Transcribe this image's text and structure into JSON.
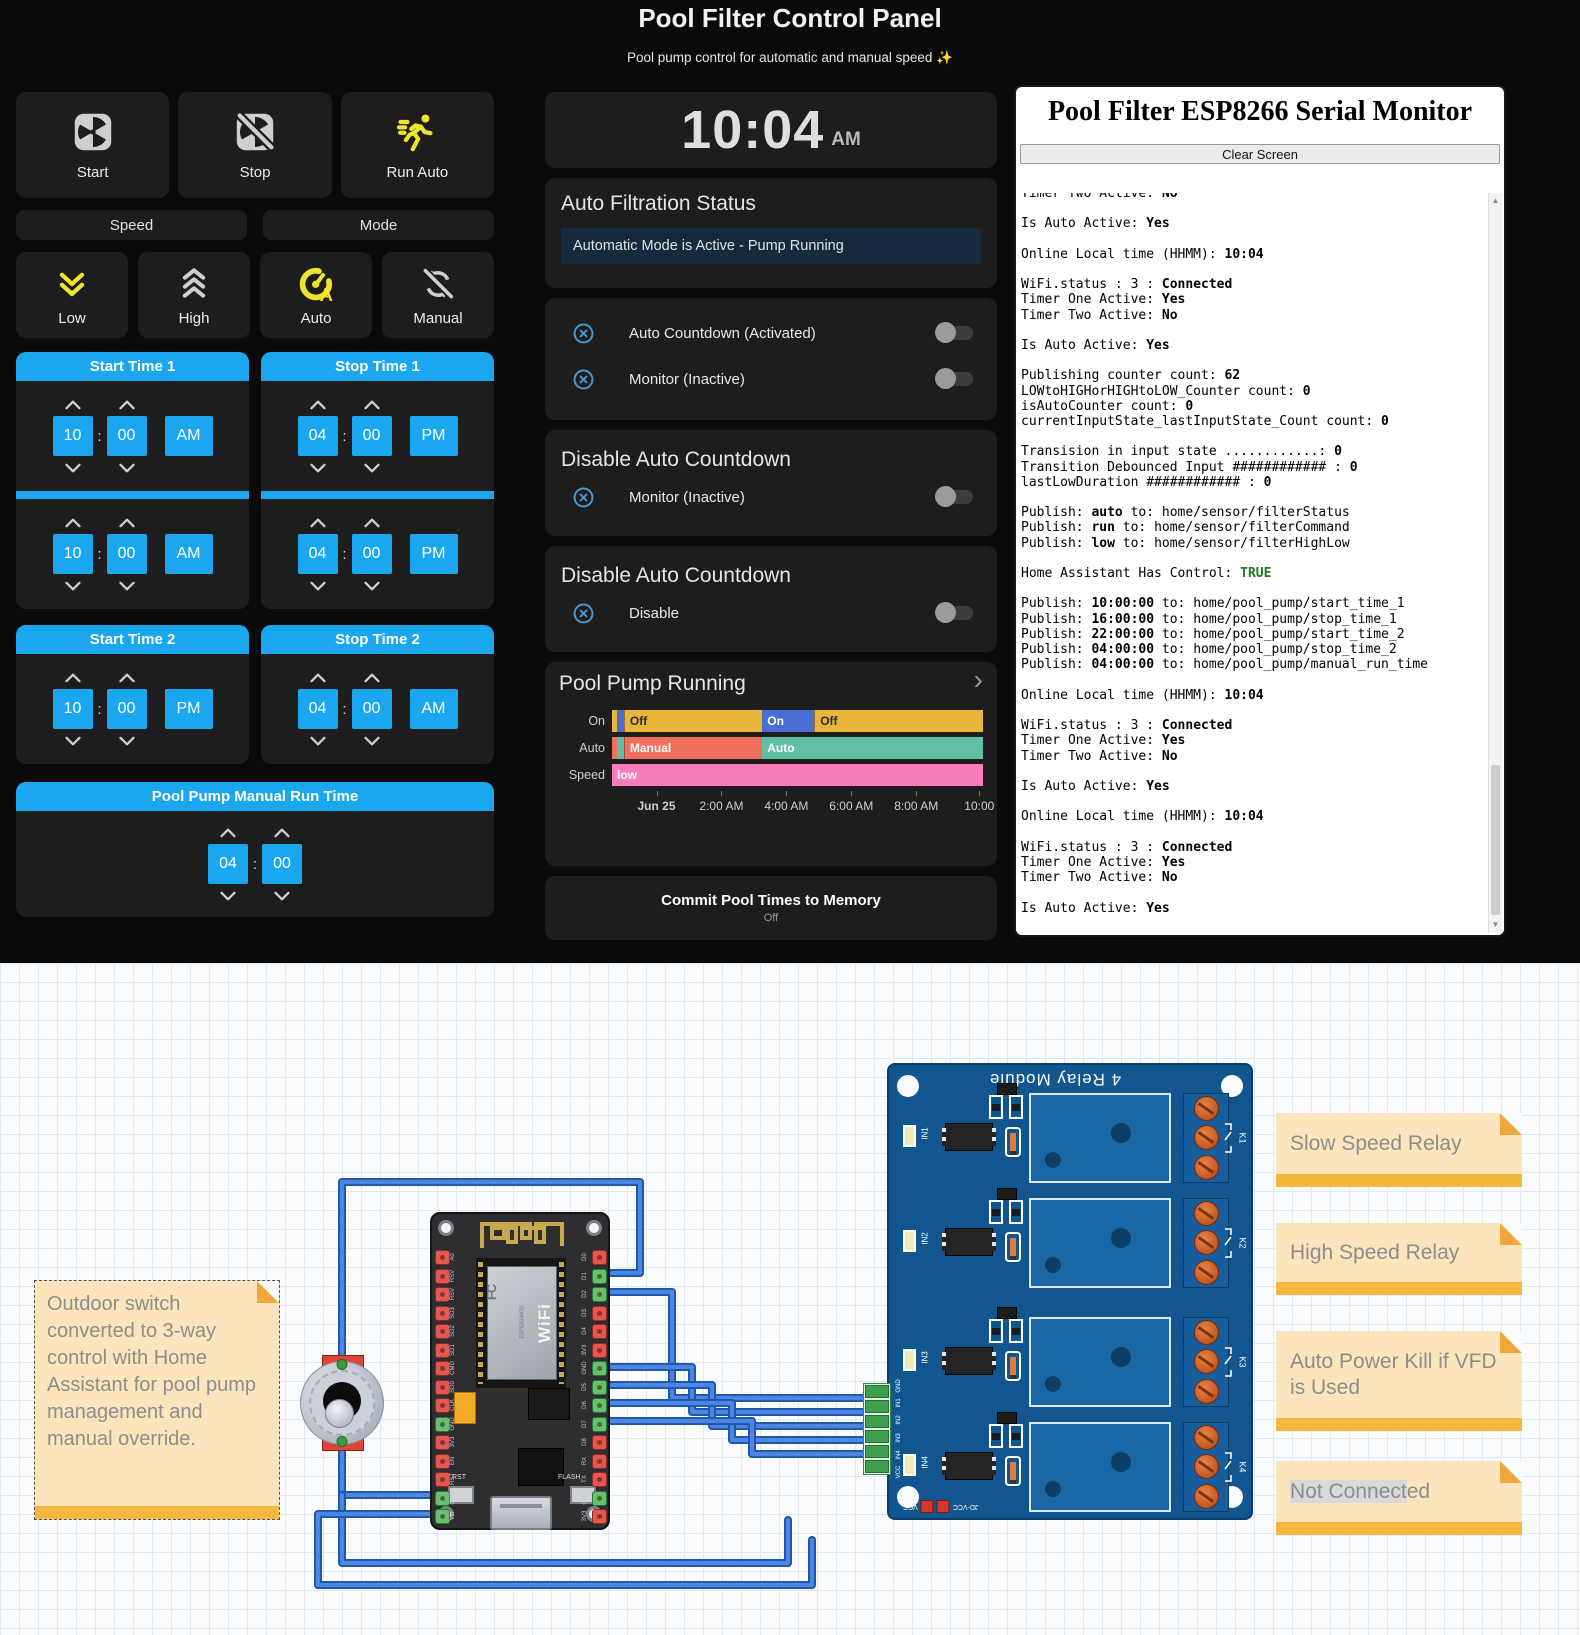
{
  "header": {
    "title": "Pool Filter Control Panel",
    "subtitle": "Pool pump control for automatic and manual speed ✨"
  },
  "power_buttons": [
    {
      "label": "Start",
      "icon": "fan-icon"
    },
    {
      "label": "Stop",
      "icon": "fan-off-icon"
    },
    {
      "label": "Run Auto",
      "icon": "runner-icon"
    }
  ],
  "group_labels": {
    "speed": "Speed",
    "mode": "Mode"
  },
  "mode_buttons": [
    {
      "label": "Low",
      "icon": "chevron-double-down-icon"
    },
    {
      "label": "High",
      "icon": "chevron-triple-up-icon"
    },
    {
      "label": "Auto",
      "icon": "gauge-auto-icon"
    },
    {
      "label": "Manual",
      "icon": "sync-off-icon"
    }
  ],
  "time_pickers": {
    "col_left": [
      {
        "title": "Start Time 1",
        "hour": "10",
        "minute": "00",
        "meridiem": "AM"
      },
      {
        "bar": true,
        "hour": "10",
        "minute": "00",
        "meridiem": "AM"
      },
      {
        "title": "Start Time 2",
        "hour": "10",
        "minute": "00",
        "meridiem": "PM"
      }
    ],
    "col_right": [
      {
        "title": "Stop Time 1",
        "hour": "04",
        "minute": "00",
        "meridiem": "PM"
      },
      {
        "bar": true,
        "hour": "04",
        "minute": "00",
        "meridiem": "PM"
      },
      {
        "title": "Stop Time 2",
        "hour": "04",
        "minute": "00",
        "meridiem": "AM"
      }
    ],
    "manual": {
      "title": "Pool Pump Manual Run Time",
      "hour": "04",
      "minute": "00"
    }
  },
  "clock": {
    "time": "10:04",
    "meridiem": "AM"
  },
  "auto_filtration": {
    "title": "Auto Filtration Status",
    "status": "Automatic Mode is Active - Pump Running"
  },
  "toggle_cards": [
    {
      "rows": [
        {
          "label": "Auto Countdown (Activated)"
        },
        {
          "label": "Monitor (Inactive)"
        }
      ]
    },
    {
      "title": "Disable Auto Countdown",
      "rows": [
        {
          "label": "Monitor (Inactive)"
        }
      ]
    },
    {
      "title": "Disable Auto Countdown",
      "rows": [
        {
          "label": "Disable"
        }
      ]
    }
  ],
  "chart_data": {
    "type": "timeline",
    "title": "Pool Pump Running",
    "legend_position": "left",
    "rows": [
      {
        "label": "On",
        "segments": [
          {
            "color": "#e9b63b",
            "from": 0,
            "to": 1.3
          },
          {
            "color": "#4a6fd4",
            "from": 1.3,
            "to": 3.2
          },
          {
            "text": "Off",
            "color": "#e9b63b",
            "from": 3.2,
            "to": 40.5,
            "dark": true,
            "sep": true
          },
          {
            "text": "On",
            "color": "#4a6fd4",
            "from": 40.5,
            "to": 54.5
          },
          {
            "text": "Off",
            "color": "#e9b63b",
            "from": 54.5,
            "to": 100,
            "dark": true,
            "sep": true
          }
        ]
      },
      {
        "label": "Auto",
        "segments": [
          {
            "color": "#f1705c",
            "from": 0,
            "to": 1.3
          },
          {
            "color": "#61bfa6",
            "from": 1.3,
            "to": 3.2
          },
          {
            "text": "Manual",
            "color": "#f1705c",
            "from": 3.2,
            "to": 40.5,
            "sep": true
          },
          {
            "text": "Auto",
            "color": "#61bfa6",
            "from": 40.5,
            "to": 100
          }
        ]
      },
      {
        "label": "Speed",
        "segments": [
          {
            "text": "low",
            "color": "#f97cbd",
            "from": 0,
            "to": 100
          }
        ]
      }
    ],
    "axis": [
      {
        "label": "Jun 25",
        "pct": 12,
        "bold": true
      },
      {
        "label": "2:00 AM",
        "pct": 29.5
      },
      {
        "label": "4:00 AM",
        "pct": 47
      },
      {
        "label": "6:00 AM",
        "pct": 64.5
      },
      {
        "label": "8:00 AM",
        "pct": 82
      },
      {
        "label": "10:00",
        "pct": 99
      }
    ]
  },
  "commit": {
    "label": "Commit Pool Times to Memory",
    "state": "Off"
  },
  "serial_monitor": {
    "title": "Pool Filter ESP8266 Serial Monitor",
    "clear_button": "Clear Screen",
    "log": [
      [
        [
          "Timer Two Active: "
        ],
        [
          "No",
          "b"
        ]
      ],
      [],
      [
        [
          "Is Auto Active: "
        ],
        [
          "Yes",
          "b"
        ]
      ],
      [],
      [
        [
          "Online Local time (HHMM): "
        ],
        [
          "10:04",
          "b"
        ]
      ],
      [],
      [
        [
          "WiFi.status : 3 : "
        ],
        [
          "Connected",
          "b"
        ]
      ],
      [
        [
          "Timer One Active: "
        ],
        [
          "Yes",
          "b"
        ]
      ],
      [
        [
          "Timer Two Active: "
        ],
        [
          "No",
          "b"
        ]
      ],
      [],
      [
        [
          "Is Auto Active: "
        ],
        [
          "Yes",
          "b"
        ]
      ],
      [],
      [
        [
          "Publishing counter count: "
        ],
        [
          "62",
          "b"
        ]
      ],
      [
        [
          "LOWtoHIGHorHIGHtoLOW_Counter count: "
        ],
        [
          "0",
          "b"
        ]
      ],
      [
        [
          "isAutoCounter count: "
        ],
        [
          "0",
          "b"
        ]
      ],
      [
        [
          "currentInputState_lastInputState_Count count: "
        ],
        [
          "0",
          "b"
        ]
      ],
      [],
      [
        [
          "Transision in input state ............: "
        ],
        [
          "0",
          "b"
        ]
      ],
      [
        [
          "Transition Debounced Input ############ : "
        ],
        [
          "0",
          "b"
        ]
      ],
      [
        [
          "lastLowDuration ############ : "
        ],
        [
          "0",
          "b"
        ]
      ],
      [],
      [
        [
          "Publish: "
        ],
        [
          "auto",
          "b"
        ],
        [
          " to: home/sensor/filterStatus"
        ]
      ],
      [
        [
          "Publish: "
        ],
        [
          "run",
          "b"
        ],
        [
          " to: home/sensor/filterCommand"
        ]
      ],
      [
        [
          "Publish: "
        ],
        [
          "low",
          "b"
        ],
        [
          " to: home/sensor/filterHighLow"
        ]
      ],
      [],
      [
        [
          "Home Assistant Has Control: "
        ],
        [
          "TRUE",
          "g"
        ]
      ],
      [],
      [
        [
          "Publish: "
        ],
        [
          "10:00:00",
          "b"
        ],
        [
          " to: home/pool_pump/start_time_1"
        ]
      ],
      [
        [
          "Publish: "
        ],
        [
          "16:00:00",
          "b"
        ],
        [
          " to: home/pool_pump/stop_time_1"
        ]
      ],
      [
        [
          "Publish: "
        ],
        [
          "22:00:00",
          "b"
        ],
        [
          " to: home/pool_pump/start_time_2"
        ]
      ],
      [
        [
          "Publish: "
        ],
        [
          "04:00:00",
          "b"
        ],
        [
          " to: home/pool_pump/stop_time_2"
        ]
      ],
      [
        [
          "Publish: "
        ],
        [
          "04:00:00",
          "b"
        ],
        [
          " to: home/pool_pump/manual_run_time"
        ]
      ],
      [],
      [
        [
          "Online Local time (HHMM): "
        ],
        [
          "10:04",
          "b"
        ]
      ],
      [],
      [
        [
          "WiFi.status : 3 : "
        ],
        [
          "Connected",
          "b"
        ]
      ],
      [
        [
          "Timer One Active: "
        ],
        [
          "Yes",
          "b"
        ]
      ],
      [
        [
          "Timer Two Active: "
        ],
        [
          "No",
          "b"
        ]
      ],
      [],
      [
        [
          "Is Auto Active: "
        ],
        [
          "Yes",
          "b"
        ]
      ],
      [],
      [
        [
          "Online Local time (HHMM): "
        ],
        [
          "10:04",
          "b"
        ]
      ],
      [],
      [
        [
          "WiFi.status : 3 : "
        ],
        [
          "Connected",
          "b"
        ]
      ],
      [
        [
          "Timer One Active: "
        ],
        [
          "Yes",
          "b"
        ]
      ],
      [
        [
          "Timer Two Active: "
        ],
        [
          "No",
          "b"
        ]
      ],
      [],
      [
        [
          "Is Auto Active: "
        ],
        [
          "Yes",
          "b"
        ]
      ]
    ]
  },
  "diagram": {
    "note_left": {
      "text": "Outdoor switch converted to 3-way control with Home Assistant for pool pump management and manual override."
    },
    "notes_right": [
      {
        "text": "Slow Speed Relay"
      },
      {
        "text": "High Speed Relay"
      },
      {
        "text": "Auto Power Kill if VFD is Used"
      },
      {
        "text": "Not Connected",
        "highlight": "Not Connect"
      }
    ],
    "relay_module": {
      "title": "4 Relay Module",
      "channels": [
        {
          "relay_label": "K1",
          "input_label": "IN1"
        },
        {
          "relay_label": "K2",
          "input_label": "IN2"
        },
        {
          "relay_label": "K3",
          "input_label": "IN3"
        },
        {
          "relay_label": "K4",
          "input_label": "IN4"
        }
      ],
      "terminal_labels": [
        "GND",
        "IN1",
        "IN2",
        "IN3",
        "IN4",
        "VCC"
      ],
      "jumper_labels": [
        "JD-VCC",
        "VCC"
      ]
    },
    "nodemcu": {
      "left_pins": [
        "A0",
        "RSV",
        "RSV",
        "SD3",
        "SD2",
        "SD1",
        "CMD",
        "SD0",
        "CLK",
        "GND",
        "3V3",
        "EN",
        "RST",
        "GND",
        "Vin"
      ],
      "right_pins": [
        "D0",
        "D1",
        "D2",
        "D3",
        "D4",
        "3V3",
        "GND",
        "D5",
        "D6",
        "D7",
        "D8",
        "RX",
        "TX",
        "GND",
        "3V3"
      ],
      "buttons": [
        "RST",
        "FLASH"
      ],
      "module_labels": {
        "brand": "FC",
        "chip": "ESP8266MOD",
        "wifi": "WiFi"
      }
    }
  }
}
